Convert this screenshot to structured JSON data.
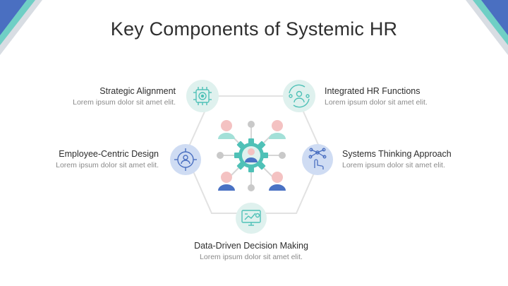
{
  "title": "Key Components of Systemic HR",
  "components": [
    {
      "heading": "Strategic Alignment",
      "description": "Lorem ipsum dolor sit amet elit."
    },
    {
      "heading": "Integrated HR Functions",
      "description": "Lorem ipsum dolor sit amet elit."
    },
    {
      "heading": "Employee-Centric Design",
      "description": "Lorem ipsum dolor sit amet elit."
    },
    {
      "heading": "Systems Thinking Approach",
      "description": "Lorem ipsum dolor sit amet elit."
    },
    {
      "heading": "Data-Driven Decision Making",
      "description": "Lorem ipsum dolor sit amet elit."
    }
  ],
  "icons": {
    "strategic_alignment": "target-chip-icon",
    "integrated_hr": "team-cycle-icon",
    "employee_centric": "target-person-icon",
    "systems_thinking": "network-hand-icon",
    "data_driven": "monitor-chart-icon",
    "center": "people-gear-network-icon"
  },
  "colors": {
    "accent_teal": "#4fc1b7",
    "accent_blue": "#4a6fc1",
    "circle_light_teal": "#dff1ee",
    "circle_light_blue": "#cfdcf3",
    "avatar_teal": "#a3e0d8",
    "avatar_blue": "#4a72c4",
    "avatar_pink": "#f4c2c2",
    "connector": "#e0e0e0"
  }
}
